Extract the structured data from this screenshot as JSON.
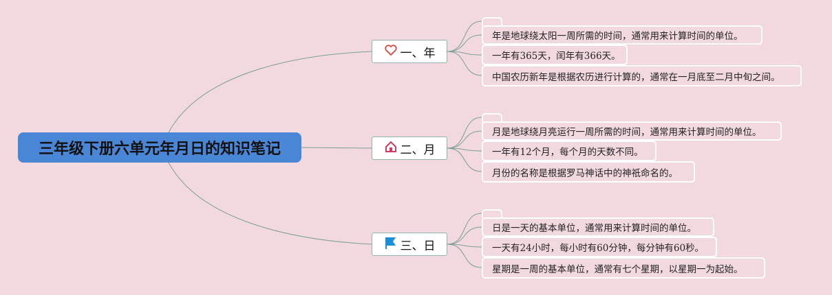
{
  "root": {
    "title": "三年级下册六单元年月日的知识笔记",
    "color": "#4a86d6"
  },
  "branches": [
    {
      "label": "一、年",
      "icon": "heart-icon",
      "leaves": [
        "年是地球绕太阳一周所需的时间，通常用来计算时间的单位。",
        "一年有365天，闰年有366天。",
        "中国农历新年是根据农历进行计算的，通常在一月底至二月中旬之间。"
      ]
    },
    {
      "label": "二、月",
      "icon": "house-icon",
      "leaves": [
        "月是地球绕月亮运行一周所需的时间，通常用来计算时间的单位。",
        "一年有12个月，每个月的天数不同。",
        "月份的名称是根据罗马神话中的神祇命名的。"
      ]
    },
    {
      "label": "三、日",
      "icon": "flag-icon",
      "leaves": [
        "日是一天的基本单位，通常用来计算时间的单位。",
        "一天有24小时，每小时有60分钟，每分钟有60秒。",
        "星期是一周的基本单位，通常有七个星期，以星期一为起始。"
      ]
    }
  ]
}
